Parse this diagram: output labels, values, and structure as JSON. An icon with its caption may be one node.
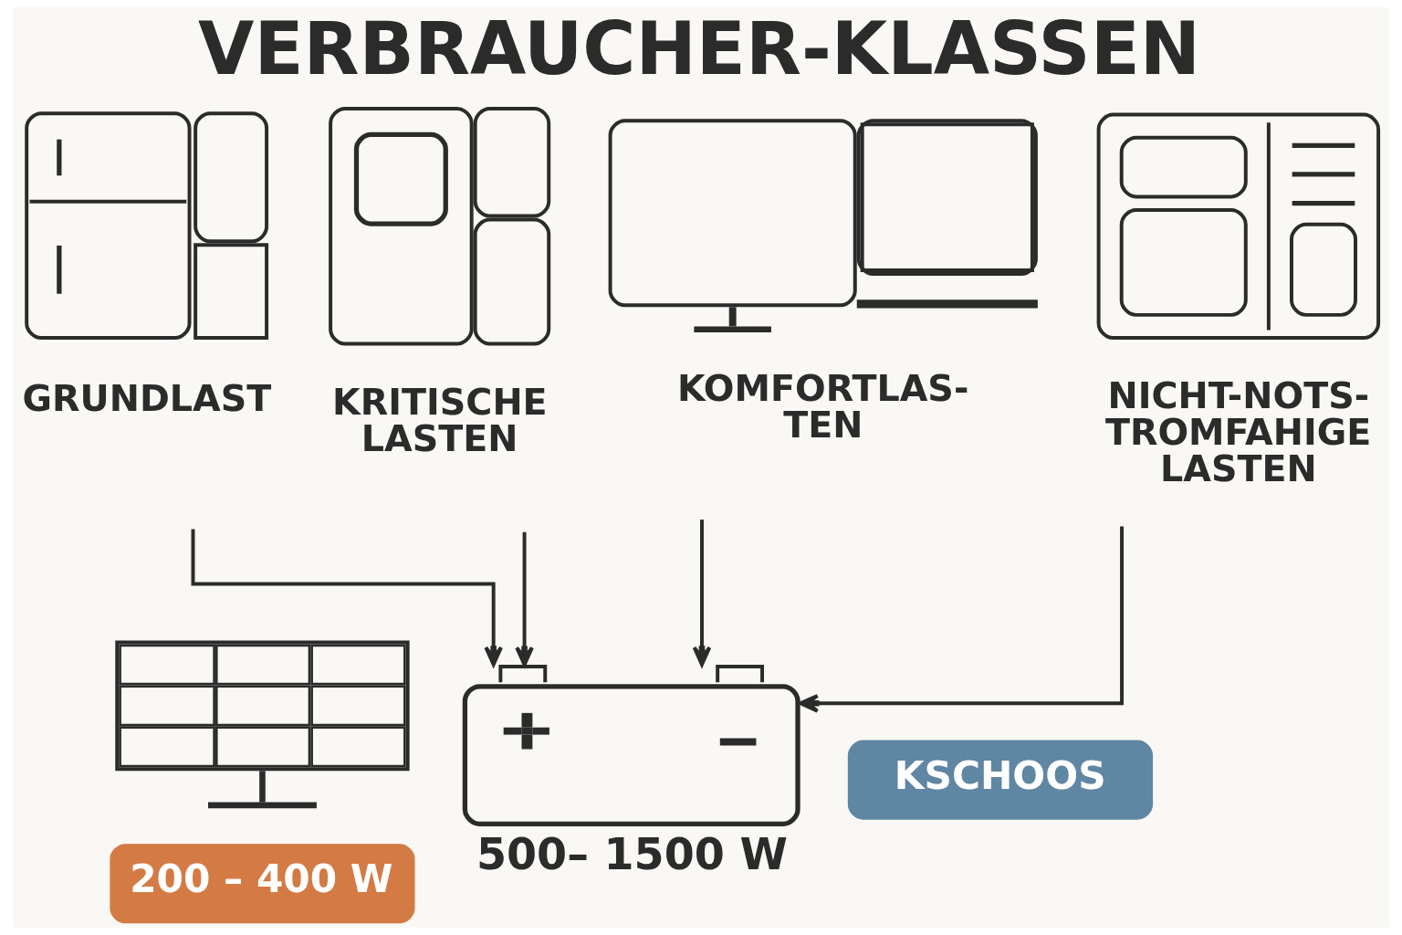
{
  "diagram": {
    "title": "VERBRAUCHER-KLASSEN",
    "nodes": [
      {
        "text": [
          "GRUNDLAST"
        ]
      },
      {
        "text": [
          "KRITISCHE LASTEN"
        ]
      },
      {
        "text": [
          "KOMFORTLAS- TEN"
        ]
      },
      {
        "text": [
          "NICHT-NOTS- TROMFAHIGE LASTEN"
        ]
      },
      {
        "text": [
          "200 – 400 W"
        ]
      },
      {
        "text": [],
        "shape": "picture",
        "beside": [
          "500– 1500 W"
        ]
      },
      {
        "text": [
          "KSCHOOS"
        ]
      }
    ],
    "edges": [
      {
        "from": 0,
        "to": 5,
        "arrow": "to"
      },
      {
        "from": 1,
        "to": 5,
        "arrow": "to"
      },
      {
        "from": 2,
        "to": 5,
        "arrow": "to"
      },
      {
        "from": 3,
        "to": 5,
        "arrow": "to"
      }
    ]
  }
}
